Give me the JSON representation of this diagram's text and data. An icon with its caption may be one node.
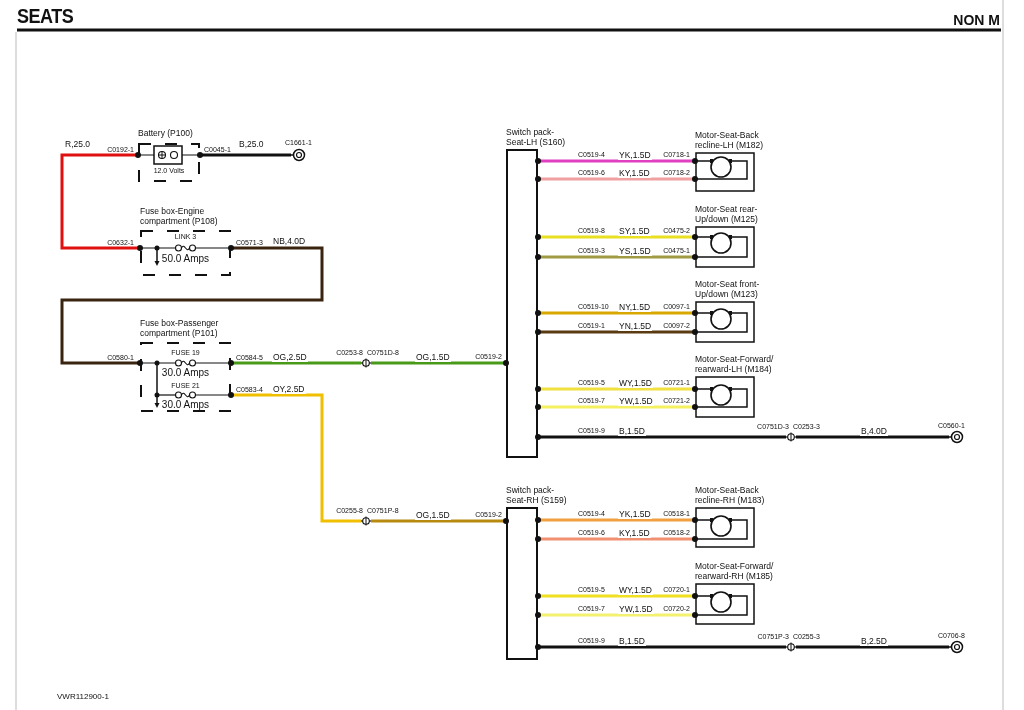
{
  "diagram": {
    "title": "SEATS",
    "nodes": [
      {
        "text": [
          "Battery (P100)",
          "12.0 Volts"
        ],
        "beside": [
          "C0192-1",
          "C0045-1"
        ]
      },
      {
        "text": [],
        "shape": "circle",
        "beside": [
          "C1661-1"
        ]
      },
      {
        "text": [
          "Fuse box-Engine compartment (P108)",
          "LINK 3",
          "50.0 Amps"
        ],
        "beside": [
          "C0632-1",
          "C0571-3"
        ]
      },
      {
        "text": [
          "Fuse box-Passenger compartment (P101)",
          "FUSE 19",
          "30.0 Amps",
          "FUSE 21",
          "30.0 Amps"
        ],
        "beside": [
          "C0580-1",
          "C0584-5",
          "C0583-4"
        ]
      },
      {
        "text": [],
        "shape": "circle",
        "beside": [
          "C0253-8",
          "C0751D-8"
        ]
      },
      {
        "text": [],
        "shape": "circle",
        "beside": [
          "C0255-8",
          "C0751P-8"
        ]
      },
      {
        "text": [
          "Switch pack- Seat-LH (S160)"
        ],
        "beside": [
          "C0519-2",
          "C0519-4",
          "C0519-6",
          "C0519-8",
          "C0519-3",
          "C0519-10",
          "C0519-1",
          "C0519-5",
          "C0519-7",
          "C0519-9"
        ]
      },
      {
        "text": [
          "Motor-Seat-Back recline-LH (M182)"
        ],
        "beside": [
          "C0718-1",
          "C0718-2"
        ]
      },
      {
        "text": [
          "Motor-Seat rear- Up/down (M125)"
        ],
        "beside": [
          "C0475-2",
          "C0475-1"
        ]
      },
      {
        "text": [
          "Motor-Seat front- Up/down (M123)"
        ],
        "beside": [
          "C0097-1",
          "C0097-2"
        ]
      },
      {
        "text": [
          "Motor-Seat-Forward/ rearward-LH (M184)"
        ],
        "beside": [
          "C0721-1",
          "C0721-2"
        ]
      },
      {
        "text": [],
        "shape": "circle",
        "beside": [
          "C0751D-3",
          "C0253-3"
        ]
      },
      {
        "text": [],
        "shape": "circle",
        "beside": [
          "C0560-1"
        ]
      },
      {
        "text": [
          "Switch pack- Seat-RH (S159)"
        ],
        "beside": [
          "C0519-2",
          "C0519-4",
          "C0519-6",
          "C0519-5",
          "C0519-7",
          "C0519-9"
        ]
      },
      {
        "text": [
          "Motor-Seat-Back recline-RH (M183)"
        ],
        "beside": [
          "C0518-1",
          "C0518-2"
        ]
      },
      {
        "text": [
          "Motor-Seat-Forward/ rearward-RH (M185)"
        ],
        "beside": [
          "C0720-1",
          "C0720-2"
        ]
      },
      {
        "text": [],
        "shape": "circle",
        "beside": [
          "C0751P-3",
          "C0255-3"
        ]
      },
      {
        "text": [],
        "shape": "circle",
        "beside": [
          "C0706-8"
        ]
      }
    ],
    "edges": [
      {
        "from": 0,
        "to": 2,
        "arrow": "other",
        "label": "R,25.0",
        "color": "#e01010"
      },
      {
        "from": 0,
        "to": 1,
        "arrow": "other",
        "label": "B,25.0",
        "color": "#111111"
      },
      {
        "from": 2,
        "to": 3,
        "arrow": "other",
        "label": "NB,4.0D",
        "color": "#3a2410"
      },
      {
        "from": 3,
        "to": 4,
        "arrow": "other",
        "label": "OG,2.5D",
        "color": "#4a9a1a"
      },
      {
        "from": 4,
        "to": 6,
        "arrow": "other",
        "label": "OG,1.5D",
        "color": "#4a9a1a"
      },
      {
        "from": 3,
        "to": 5,
        "arrow": "other",
        "label": "OY,2.5D",
        "color": "#f0c000"
      },
      {
        "from": 5,
        "to": 13,
        "arrow": "other",
        "label": "OG,1.5D",
        "color": "#b88a10"
      },
      {
        "from": 6,
        "to": 7,
        "arrow": "other",
        "label": "YK,1.5D",
        "color": "#e040c0"
      },
      {
        "from": 6,
        "to": 7,
        "arrow": "other",
        "label": "KY,1.5D",
        "color": "#f0a0a0"
      },
      {
        "from": 6,
        "to": 8,
        "arrow": "other",
        "label": "SY,1.5D",
        "color": "#e8e020"
      },
      {
        "from": 6,
        "to": 8,
        "arrow": "other",
        "label": "YS,1.5D",
        "color": "#a09a40"
      },
      {
        "from": 6,
        "to": 9,
        "arrow": "other",
        "label": "NY,1.5D",
        "color": "#d8a800"
      },
      {
        "from": 6,
        "to": 9,
        "arrow": "other",
        "label": "YN,1.5D",
        "color": "#5a3a10"
      },
      {
        "from": 6,
        "to": 10,
        "arrow": "other",
        "label": "WY,1.5D",
        "color": "#f0e040"
      },
      {
        "from": 6,
        "to": 10,
        "arrow": "other",
        "label": "YW,1.5D",
        "color": "#f4f060"
      },
      {
        "from": 6,
        "to": 11,
        "arrow": "other",
        "label": "B,1.5D",
        "color": "#111111"
      },
      {
        "from": 11,
        "to": 12,
        "arrow": "none",
        "label": "B,4.0D",
        "color": "#111111"
      },
      {
        "from": 13,
        "to": 14,
        "arrow": "other",
        "label": "YK,1.5D",
        "color": "#f0a040"
      },
      {
        "from": 13,
        "to": 14,
        "arrow": "other",
        "label": "KY,1.5D",
        "color": "#f09070"
      },
      {
        "from": 13,
        "to": 15,
        "arrow": "other",
        "label": "WY,1.5D",
        "color": "#f0e020"
      },
      {
        "from": 13,
        "to": 15,
        "arrow": "other",
        "label": "YW,1.5D",
        "color": "#f4f070"
      },
      {
        "from": 13,
        "to": 16,
        "arrow": "other",
        "label": "B,1.5D",
        "color": "#111111"
      },
      {
        "from": 16,
        "to": 17,
        "arrow": "none",
        "label": "B,2.5D",
        "color": "#111111"
      }
    ],
    "labels": [
      "NON M",
      "VWR112900-1"
    ]
  }
}
